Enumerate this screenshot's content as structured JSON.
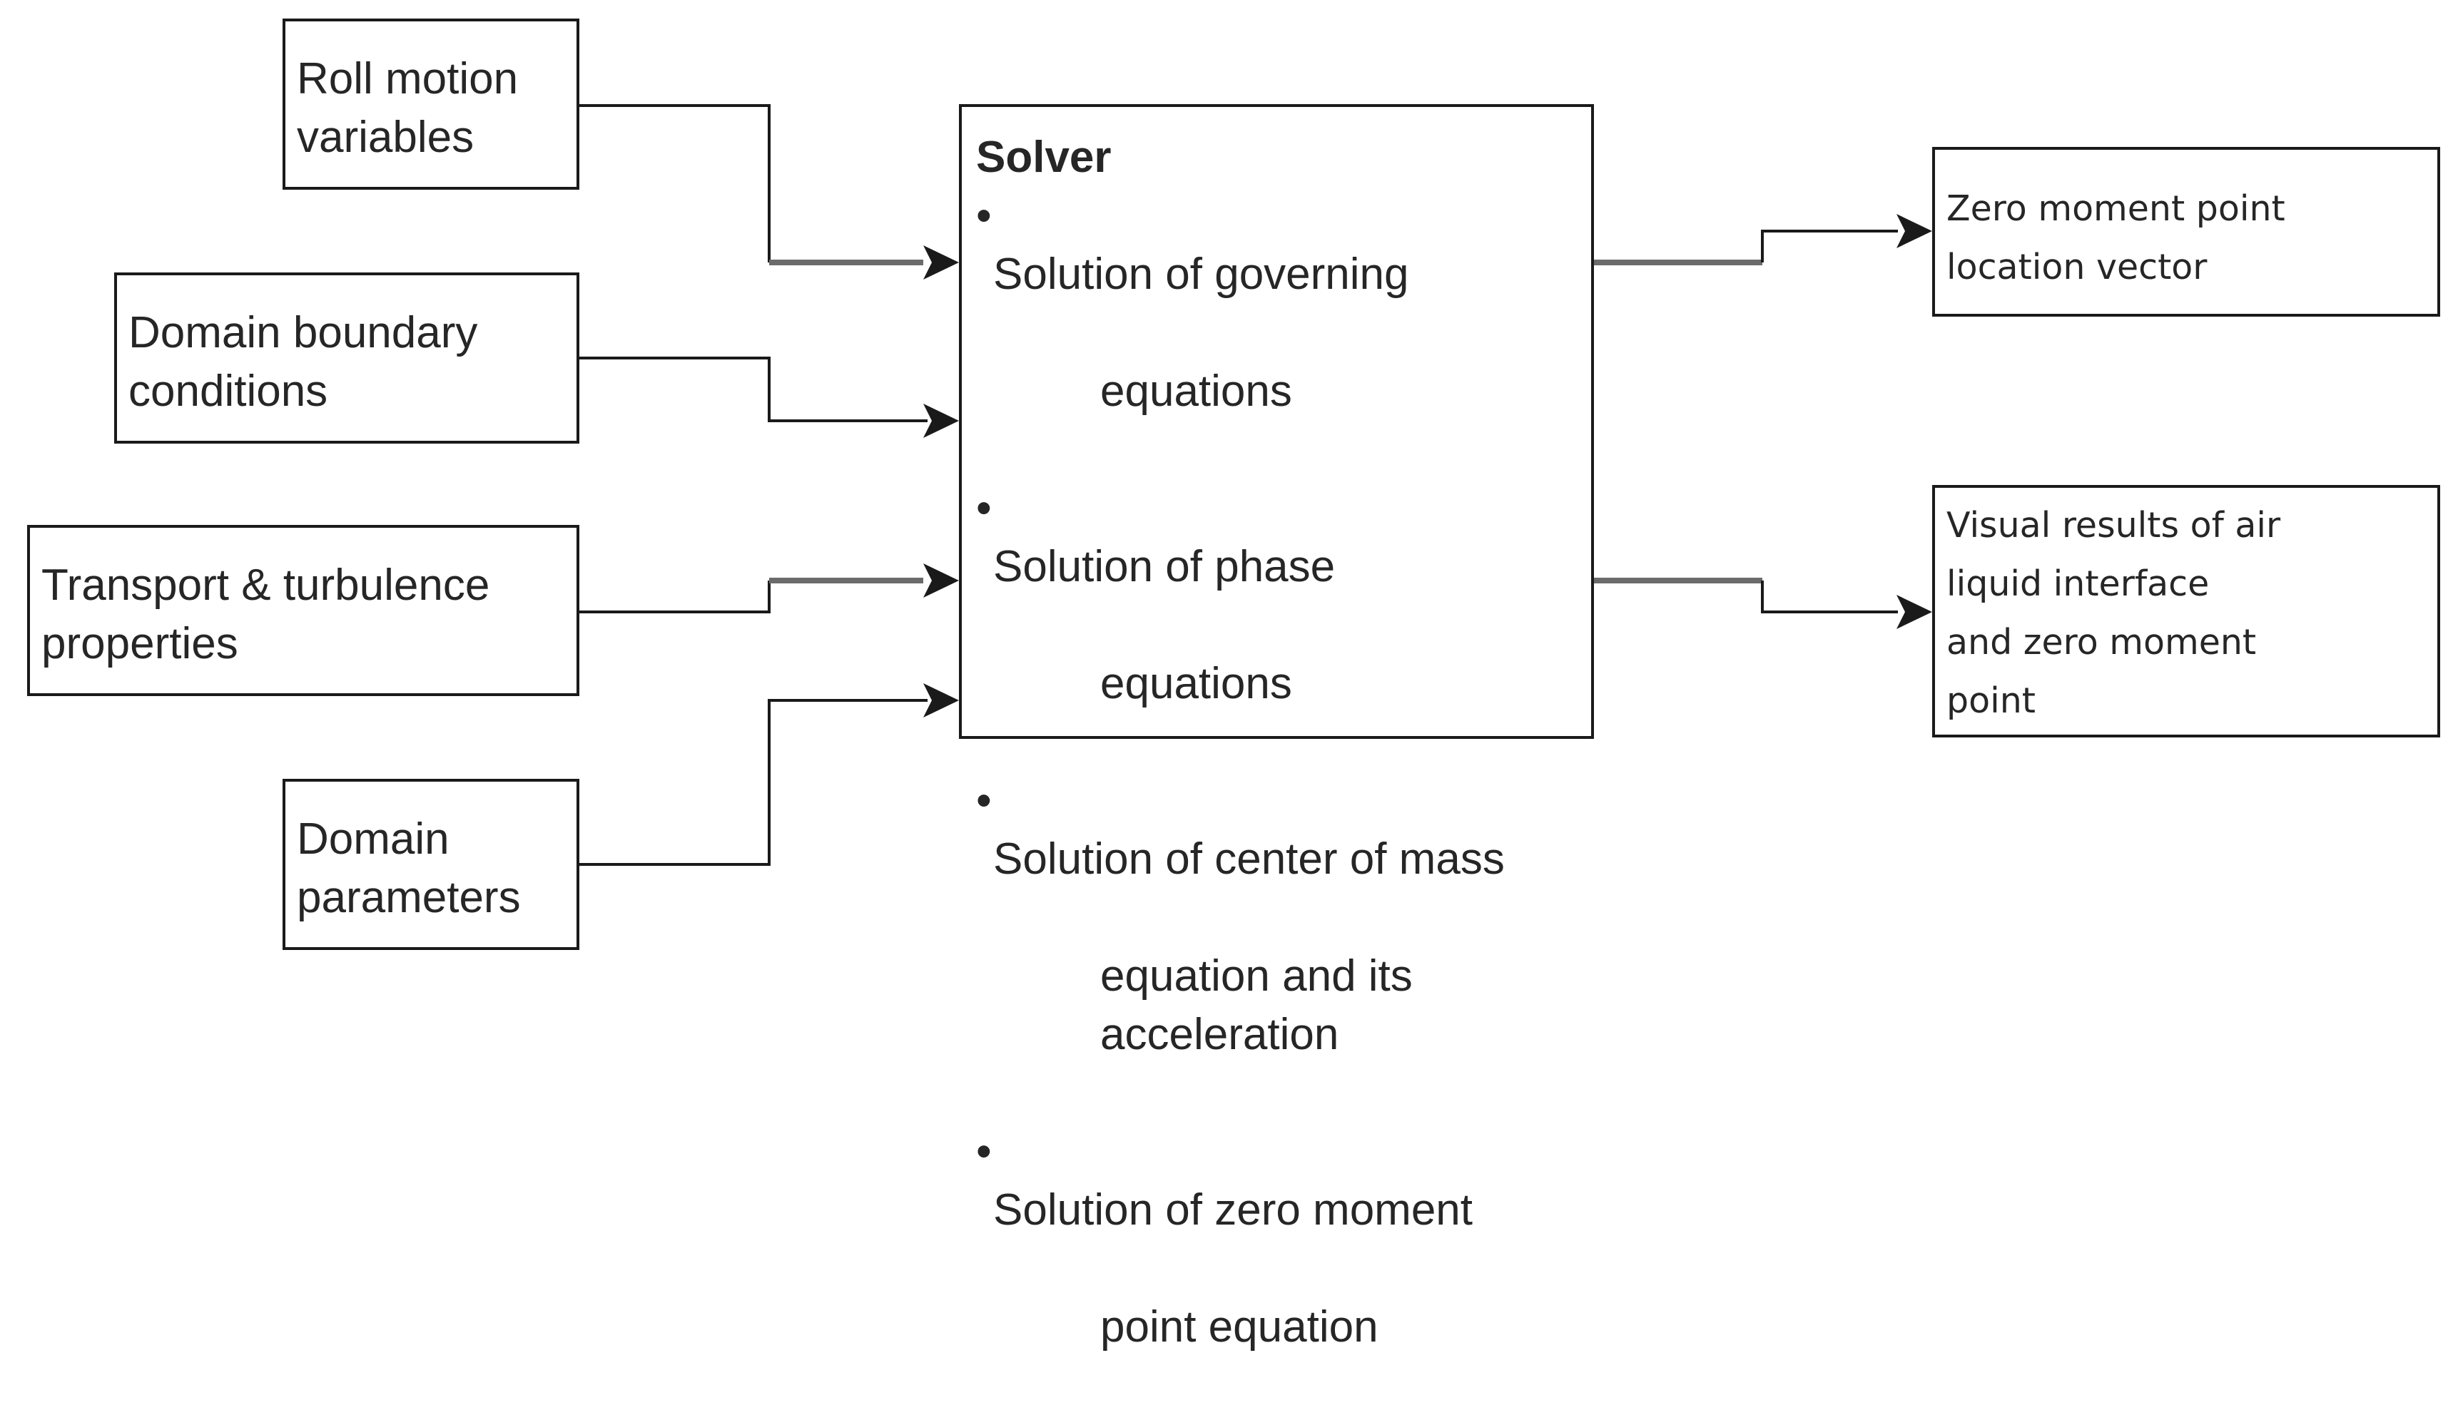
{
  "inputs": {
    "roll_motion": "Roll motion\nvariables",
    "domain_boundary": "Domain boundary\nconditions",
    "transport": "Transport & turbulence\nproperties",
    "domain_parameters": "Domain\nparameters"
  },
  "solver": {
    "title": "Solver",
    "bullet_glyph": "•",
    "items": [
      {
        "first": "Solution of governing",
        "rest": "equations"
      },
      {
        "first": "Solution of phase",
        "rest": "equations"
      },
      {
        "first": "Solution of center of mass",
        "rest": "equation and its\nacceleration"
      },
      {
        "first": "Solution of zero moment",
        "rest": "point equation"
      }
    ]
  },
  "outputs": {
    "zmp_vector": "Zero moment point\nlocation vector",
    "visual_results": "Visual results of air\nliquid interface\nand zero moment\npoint"
  },
  "colors": {
    "line": "#1a1a1a",
    "thick_line": "#6b6b6b",
    "text": "#262626",
    "background": "#ffffff"
  }
}
